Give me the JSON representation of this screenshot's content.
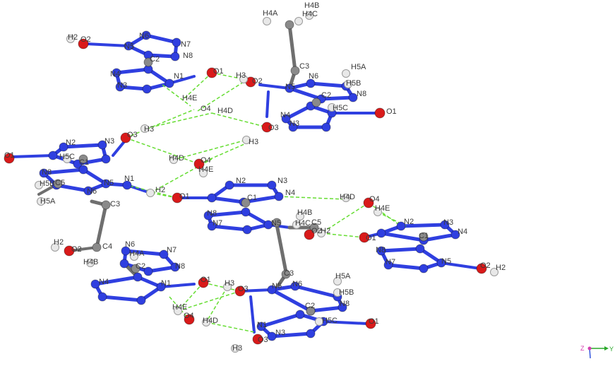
{
  "colors": {
    "nitrogen": "#2f3fe0",
    "oxygen": "#d91a1a",
    "carbon": "#8a8a8a",
    "hydrogen": "#e8e8e8",
    "bond_n": "#2f3fe0",
    "bond_c": "#6f6f6f",
    "hbond": "#66dd33",
    "label": "#3a3a3a",
    "axis_z": "#d43fb0",
    "axis_y": "#2aa82a",
    "axis_x": "#3355dd"
  },
  "figure": {
    "type": "crystal packing diagram",
    "axes": {
      "z": "Z",
      "y": "Y"
    }
  },
  "labels": {
    "a_H2": "H2",
    "a_O2": "O2",
    "a_N6": "N6",
    "a_N7": "N7",
    "a_N5": "N5",
    "a_N8": "N8",
    "a_C2": "C2",
    "a_N4": "N4",
    "a_N3": "N3",
    "a_N1": "N1",
    "a_O1": "O1",
    "a_H3": "H3",
    "a_H4E": "H4E",
    "a_O4": "O4",
    "a_H4D": "H4D",
    "b_H4A": "H4A",
    "b_H4B": "H4B",
    "b_H4C": "H4C",
    "b_C3": "C3",
    "b_H5A": "H5A",
    "b_N5": "N5",
    "b_N6": "N6",
    "b_H5B": "H5B",
    "b_C2": "C2",
    "b_N8": "N8",
    "b_H5C": "H5C",
    "b_O1": "O1",
    "b_N4": "N4",
    "b_N3": "N3",
    "b_O3": "O3",
    "b_H3": "H3",
    "b_O2": "O2",
    "c_O1": "O1",
    "c_N2": "N2",
    "c_N3": "N3",
    "c_H5C": "H5C",
    "c_C1": "C1",
    "c_N8": "N8",
    "c_N1": "N1",
    "c_H5B": "H5B",
    "c_C5": "C5",
    "c_H5A": "H5A",
    "c_N6": "N6",
    "c_N5": "N5",
    "c_C3": "C3",
    "c_O3": "O3",
    "c_H3": "H3",
    "c_H2": "H2",
    "c_H4D": "H4D",
    "c_O4": "O4",
    "c_H4E": "H4E",
    "d_O1": "O1",
    "d_N2": "N2",
    "d_N3": "N3",
    "d_N4": "N4",
    "d_C1": "C1",
    "d_N8": "N8",
    "d_N7": "N7",
    "d_N5": "N5",
    "d_H4B": "H4B",
    "d_H4C": "H4C",
    "d_C5": "C5",
    "d_O2": "O2",
    "d_H2": "H2",
    "d_H4D": "H4D",
    "d_O4": "O4",
    "d_H4E": "H4E",
    "e_O1": "O1",
    "e_N2": "N2",
    "e_N3": "N3",
    "e_N4": "N4",
    "e_C1": "C1",
    "e_N8": "N8",
    "e_N7": "N7",
    "e_N5": "N5",
    "e_O2": "O2",
    "e_H2": "H2",
    "f_H2": "H2",
    "f_O2": "O2",
    "f_C4": "C4",
    "f_N6": "N6",
    "f_H4A": "H4A",
    "f_N7": "N7",
    "f_H4B": "H4B",
    "f_C2": "C2",
    "f_N8": "N8",
    "f_N4": "N4",
    "f_N1": "N1",
    "f_O1": "O1",
    "f_H3": "H3",
    "f_O3": "O3",
    "g_C3": "C3",
    "g_H5A": "H5A",
    "g_N5": "N5",
    "g_N6": "N6",
    "g_H5B": "H5B",
    "g_C2": "C2",
    "g_N8": "N8",
    "g_H4E": "H4E",
    "g_O4": "O4",
    "g_H4D": "H4D",
    "g_N3": "N3",
    "g_O1": "O1",
    "g_H5C": "H5C",
    "g_O3": "O3",
    "g_H3": "H3",
    "g_N1": "N1"
  }
}
